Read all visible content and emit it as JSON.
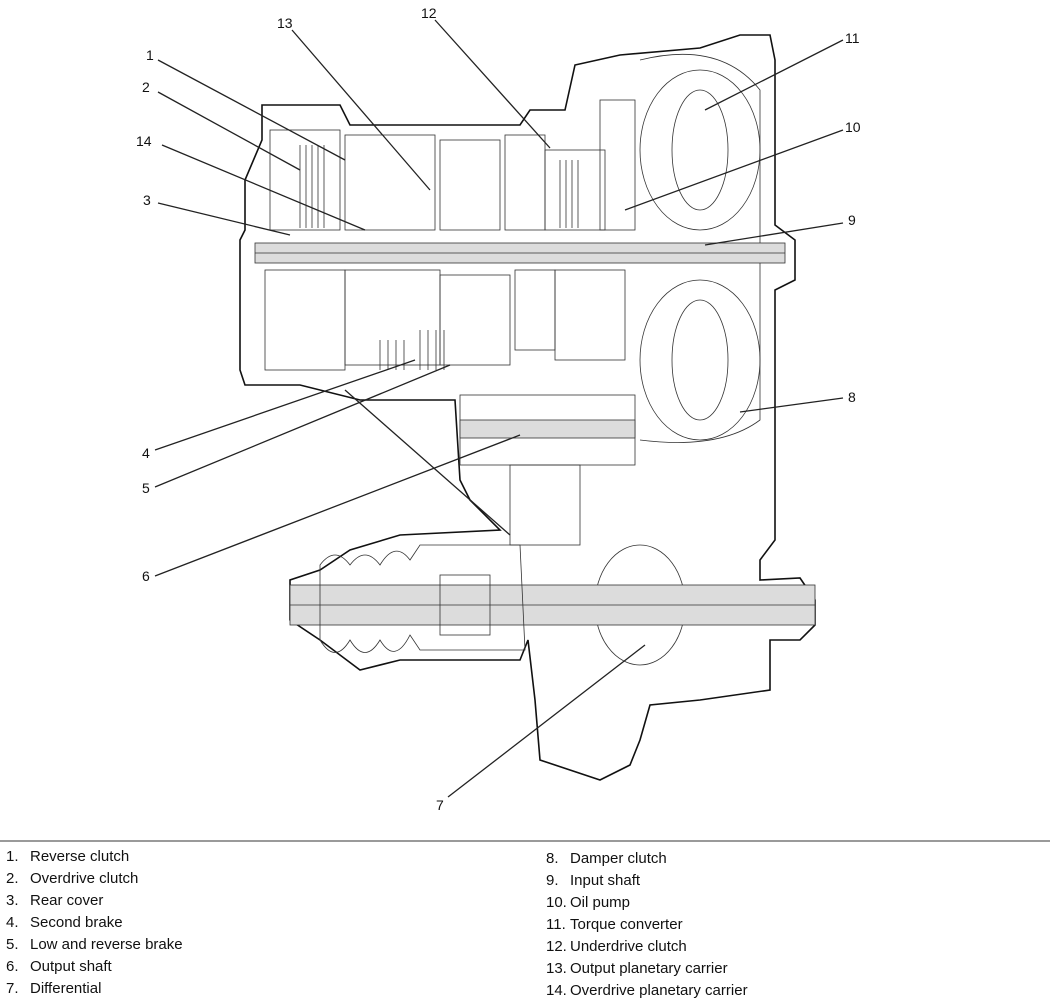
{
  "callouts": [
    {
      "n": "1"
    },
    {
      "n": "2"
    },
    {
      "n": "3"
    },
    {
      "n": "4"
    },
    {
      "n": "5"
    },
    {
      "n": "6"
    },
    {
      "n": "7"
    },
    {
      "n": "8"
    },
    {
      "n": "9"
    },
    {
      "n": "10"
    },
    {
      "n": "11"
    },
    {
      "n": "12"
    },
    {
      "n": "13"
    },
    {
      "n": "14"
    }
  ],
  "legend": {
    "left": [
      {
        "num": "1.",
        "label": "Reverse clutch"
      },
      {
        "num": "2.",
        "label": "Overdrive clutch"
      },
      {
        "num": "3.",
        "label": "Rear cover"
      },
      {
        "num": "4.",
        "label": "Second brake"
      },
      {
        "num": "5.",
        "label": "Low and reverse brake"
      },
      {
        "num": "6.",
        "label": "Output shaft"
      },
      {
        "num": "7.",
        "label": "Differential"
      }
    ],
    "right": [
      {
        "num": "8.",
        "label": "Damper clutch"
      },
      {
        "num": "9.",
        "label": "Input shaft"
      },
      {
        "num": "10.",
        "label": "Oil pump"
      },
      {
        "num": "11.",
        "label": "Torque converter"
      },
      {
        "num": "12.",
        "label": "Underdrive clutch"
      },
      {
        "num": "13.",
        "label": "Output planetary carrier"
      },
      {
        "num": "14.",
        "label": "Overdrive planetary carrier"
      }
    ]
  }
}
